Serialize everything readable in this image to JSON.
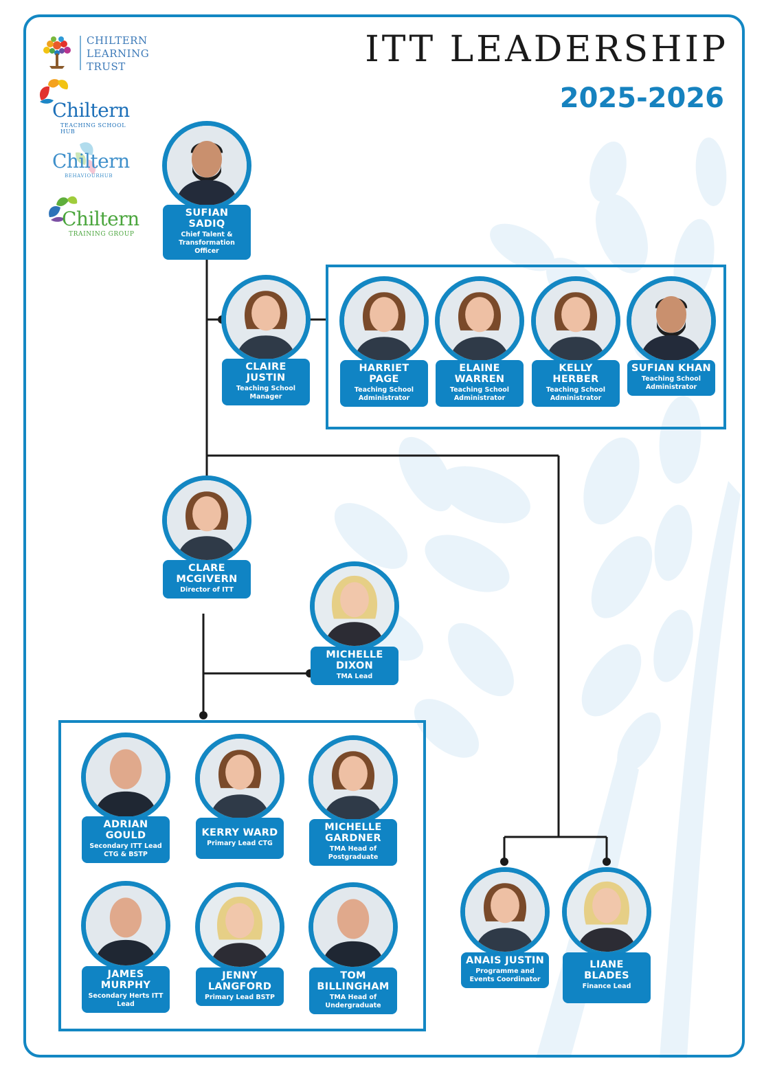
{
  "header": {
    "title": "ITT LEADERSHIP",
    "year": "2025-2026"
  },
  "logos": {
    "trust_line1": "CHILTERN",
    "trust_line2": "LEARNING",
    "trust_line3": "TRUST",
    "hub_word": "Chiltern",
    "hub_sub": "TEACHING SCHOOL HUB",
    "behaviour_word": "Chiltern",
    "behaviour_sub": "BEHAVIOURHUB",
    "training_word": "Chiltern",
    "training_sub": "TRAINING GROUP"
  },
  "colors": {
    "accent": "#1387c3",
    "card": "#1084c4",
    "connector": "#1a1a1a",
    "title": "#1a1a1a",
    "year": "#1682bf"
  },
  "people": {
    "sufian_sadiq": {
      "name": "SUFIAN SADIQ",
      "role": "Chief Talent & Transformation Officer"
    },
    "claire_justin": {
      "name": "CLAIRE JUSTIN",
      "role": "Teaching School Manager"
    },
    "harriet_page": {
      "name": "HARRIET PAGE",
      "role": "Teaching School Administrator"
    },
    "elaine_warren": {
      "name": "ELAINE WARREN",
      "role": "Teaching School Administrator"
    },
    "kelly_herber": {
      "name": "KELLY HERBER",
      "role": "Teaching School Administrator"
    },
    "sufian_khan": {
      "name": "SUFIAN KHAN",
      "role": "Teaching School Administrator"
    },
    "clare_mcgivern": {
      "name": "CLARE MCGIVERN",
      "role": "Director of ITT"
    },
    "michelle_dixon": {
      "name": "MICHELLE DIXON",
      "role": "TMA Lead"
    },
    "adrian_gould": {
      "name": "ADRIAN GOULD",
      "role": "Secondary ITT Lead CTG & BSTP"
    },
    "kerry_ward": {
      "name": "KERRY WARD",
      "role": "Primary Lead CTG"
    },
    "michelle_gardner": {
      "name": "MICHELLE GARDNER",
      "role": "TMA Head of Postgraduate"
    },
    "james_murphy": {
      "name": "JAMES MURPHY",
      "role": "Secondary Herts ITT Lead"
    },
    "jenny_langford": {
      "name": "JENNY LANGFORD",
      "role": "Primary Lead BSTP"
    },
    "tom_billingham": {
      "name": "TOM BILLINGHAM",
      "role": "TMA Head of Undergraduate"
    },
    "anais_justin": {
      "name": "ANAIS JUSTIN",
      "role": "Programme and Events Coordinator"
    },
    "liane_blades": {
      "name": "LIANE BLADES",
      "role": "Finance Lead"
    }
  }
}
